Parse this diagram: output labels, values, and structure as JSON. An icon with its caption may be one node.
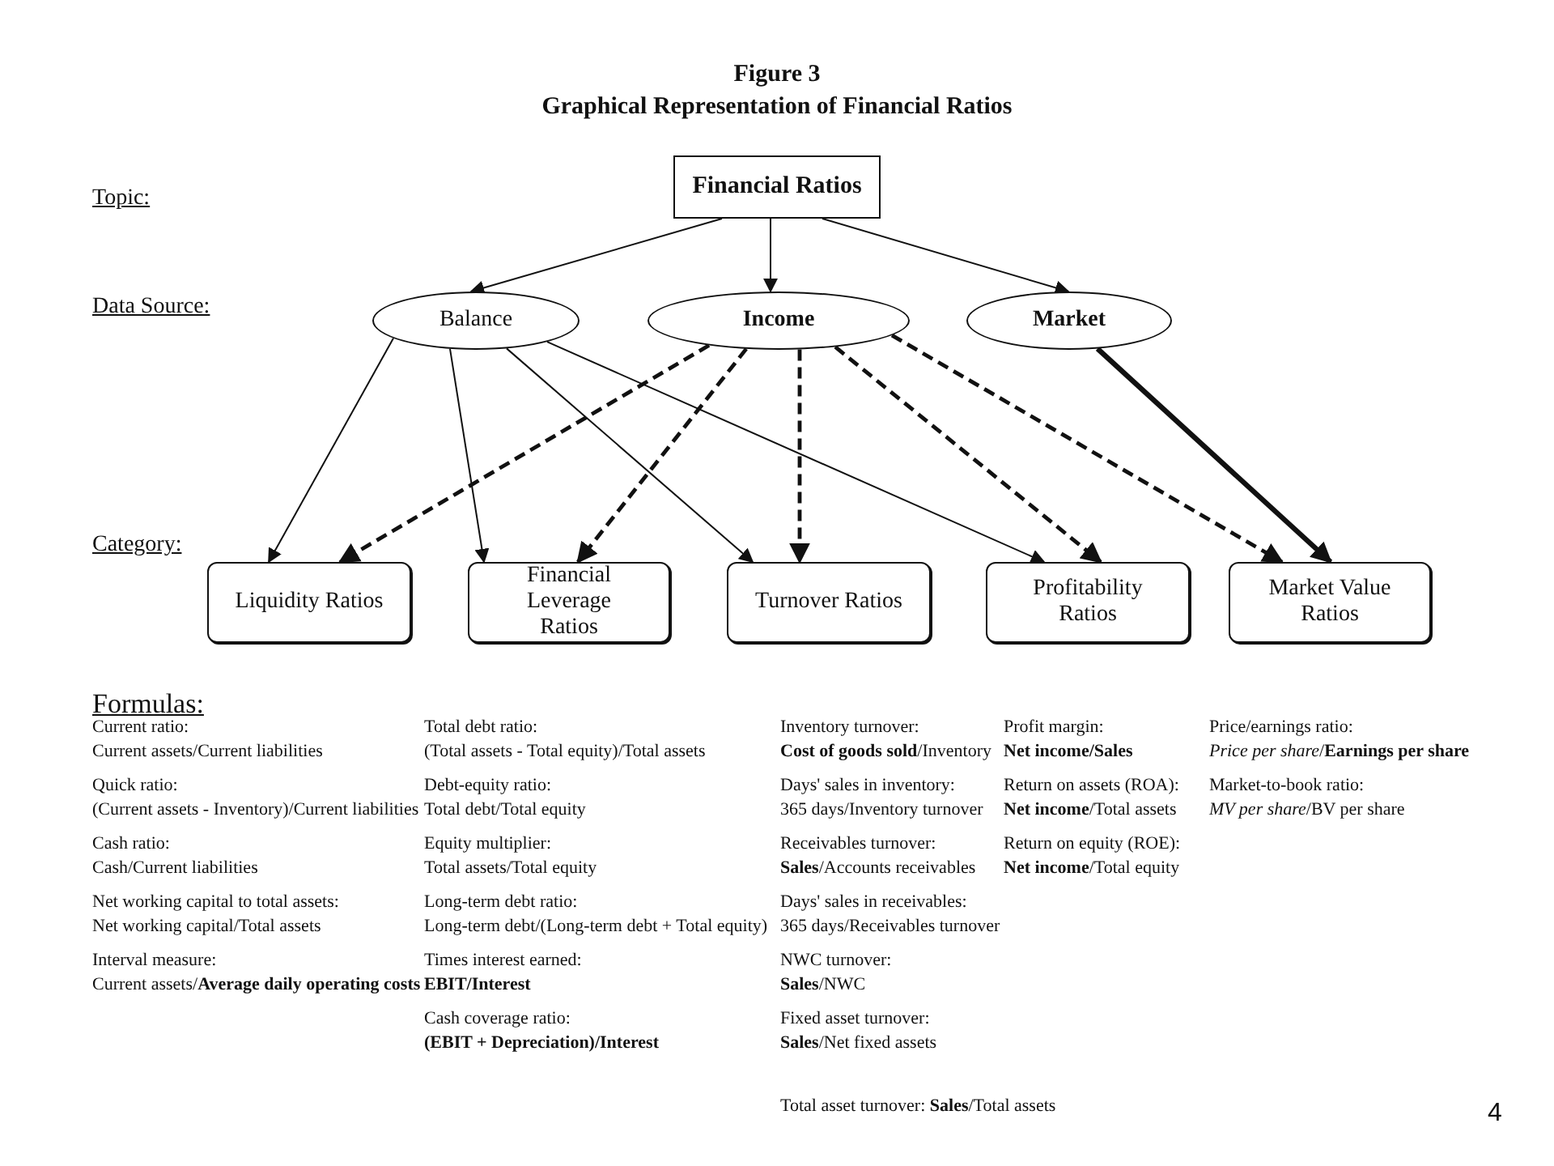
{
  "diagram": {
    "title": "Graphical Representation of Financial Ratios",
    "nodes": [
      {
        "text": [
          "Financial Ratios"
        ]
      },
      {
        "text": [
          "Balance"
        ]
      },
      {
        "text": [
          "Income"
        ]
      },
      {
        "text": [
          "Market"
        ]
      },
      {
        "text": [
          "Liquidity Ratios"
        ]
      },
      {
        "text": [
          "Financial Leverage Ratios"
        ]
      },
      {
        "text": [
          "Turnover Ratios"
        ]
      },
      {
        "text": [
          "Profitability Ratios"
        ]
      },
      {
        "text": [
          "Market Value Ratios"
        ]
      }
    ],
    "edges": [
      {
        "from": 0,
        "to": 1,
        "arrow": "to"
      },
      {
        "from": 0,
        "to": 2,
        "arrow": "to"
      },
      {
        "from": 0,
        "to": 3,
        "arrow": "to"
      },
      {
        "from": 1,
        "to": 4,
        "arrow": "to"
      },
      {
        "from": 1,
        "to": 5,
        "arrow": "to"
      },
      {
        "from": 1,
        "to": 6,
        "arrow": "to"
      },
      {
        "from": 1,
        "to": 7,
        "arrow": "to"
      },
      {
        "from": 2,
        "to": 4,
        "arrow": "to",
        "style": "dashed"
      },
      {
        "from": 2,
        "to": 5,
        "arrow": "to",
        "style": "dashed"
      },
      {
        "from": 2,
        "to": 6,
        "arrow": "to",
        "style": "dashed"
      },
      {
        "from": 2,
        "to": 7,
        "arrow": "to",
        "style": "dashed"
      },
      {
        "from": 2,
        "to": 8,
        "arrow": "to",
        "style": "dashed"
      },
      {
        "from": 3,
        "to": 8,
        "arrow": "to",
        "style": "thick"
      }
    ],
    "labels": [
      "Figure 3",
      "Topic:",
      "Data Source:",
      "Category:",
      "Formulas:",
      "Current ratio:",
      "Current assets/Current liabilities",
      "Total debt ratio:",
      "(Total assets - Total equity)/Total assets",
      "Inventory turnover:",
      "**Cost of goods sold**/Inventory",
      "Profit margin:",
      "Net income/Sales",
      "Price/earnings ratio:",
      "*Price per share*/**Earnings per share**",
      "Quick ratio:",
      "(Current assets - Inventory)/Current liabilities",
      "Debt-equity ratio:",
      "Total debt/Total equity",
      "Days' sales in inventory:",
      "365 days/Inventory turnover",
      "Return on assets (ROA):",
      "**Net income**/Total assets",
      "Market-to-book ratio:",
      "*MV per share*/BV per share",
      "Cash ratio:",
      "Cash/Current liabilities",
      "Equity multiplier:",
      "Total assets/Total equity",
      "Receivables turnover:",
      "**Sales**/Accounts receivables",
      "Return on equity (ROE):",
      "**Net income**/Total equity",
      "Net working capital to total assets:",
      "Net working capital/Total assets",
      "Long-term debt ratio:",
      "Long-term debt/(Long-term debt + Total equity)",
      "Days' sales in receivables:",
      "365 days/Receivables turnover",
      "Interval measure:",
      "Current assets/**Average daily operating costs**",
      "Times interest earned:",
      "EBIT/Interest",
      "NWC turnover:",
      "**Sales**/NWC",
      "Cash coverage ratio:",
      "(EBIT + Depreciation)/Interest",
      "Fixed asset turnover:",
      "**Sales**/Net fixed assets",
      "Total asset turnover: **Sales**/Total assets",
      "4"
    ]
  }
}
